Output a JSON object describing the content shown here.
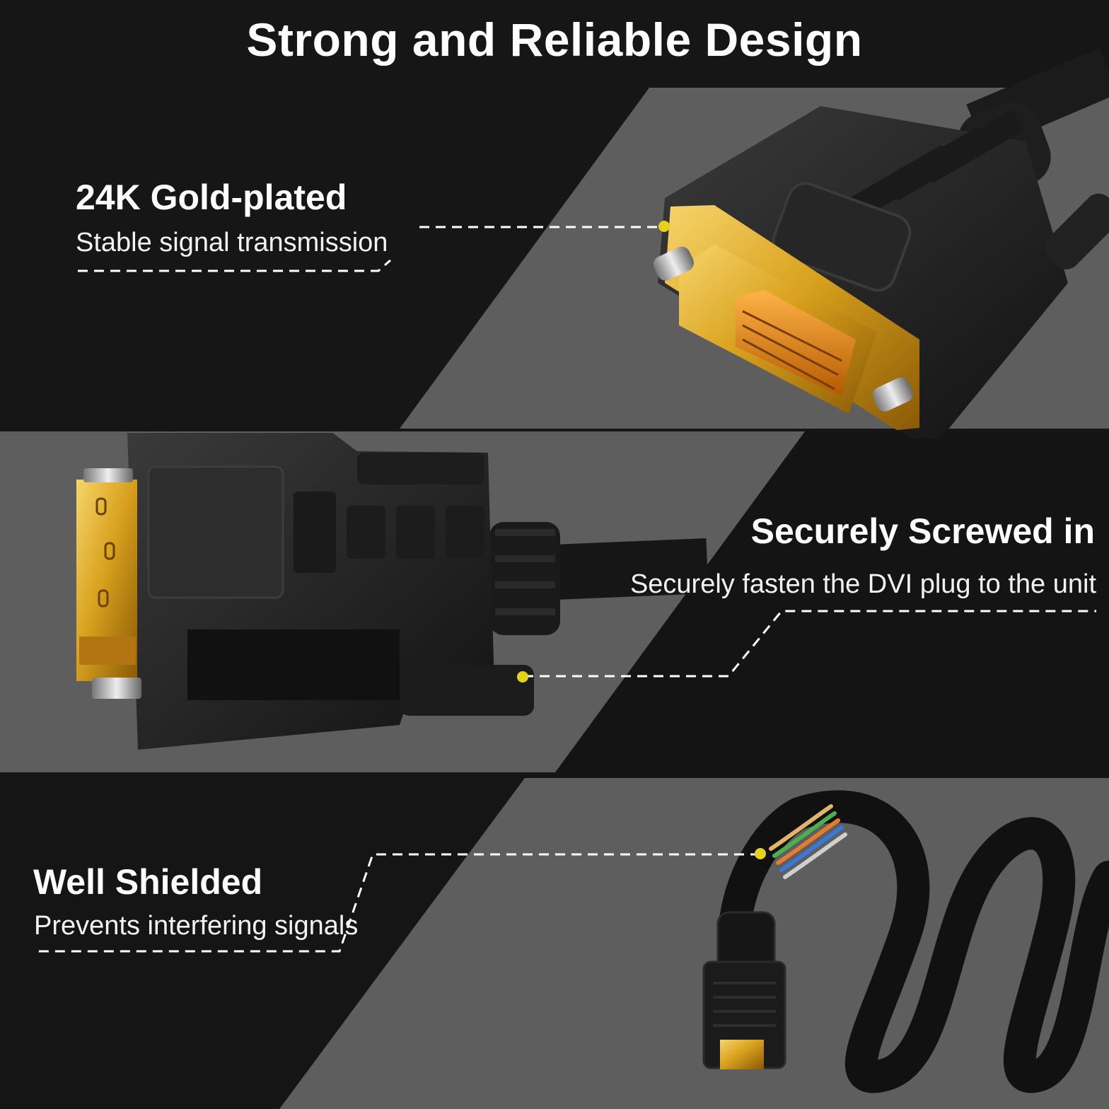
{
  "header": {
    "title": "Strong and Reliable Design"
  },
  "features": [
    {
      "title": "24K Gold-plated",
      "subtitle": "Stable signal transmission"
    },
    {
      "title": "Securely Screwed in",
      "subtitle": "Securely fasten the DVI plug to the unit"
    },
    {
      "title": "Well Shielded",
      "subtitle": "Prevents interfering signals"
    }
  ],
  "colors": {
    "background_dark": "#151515",
    "panel_gray": "#5e5e5e",
    "accent_yellow": "#e6d21a",
    "gold": "#d9a21e",
    "text": "#ffffff"
  }
}
